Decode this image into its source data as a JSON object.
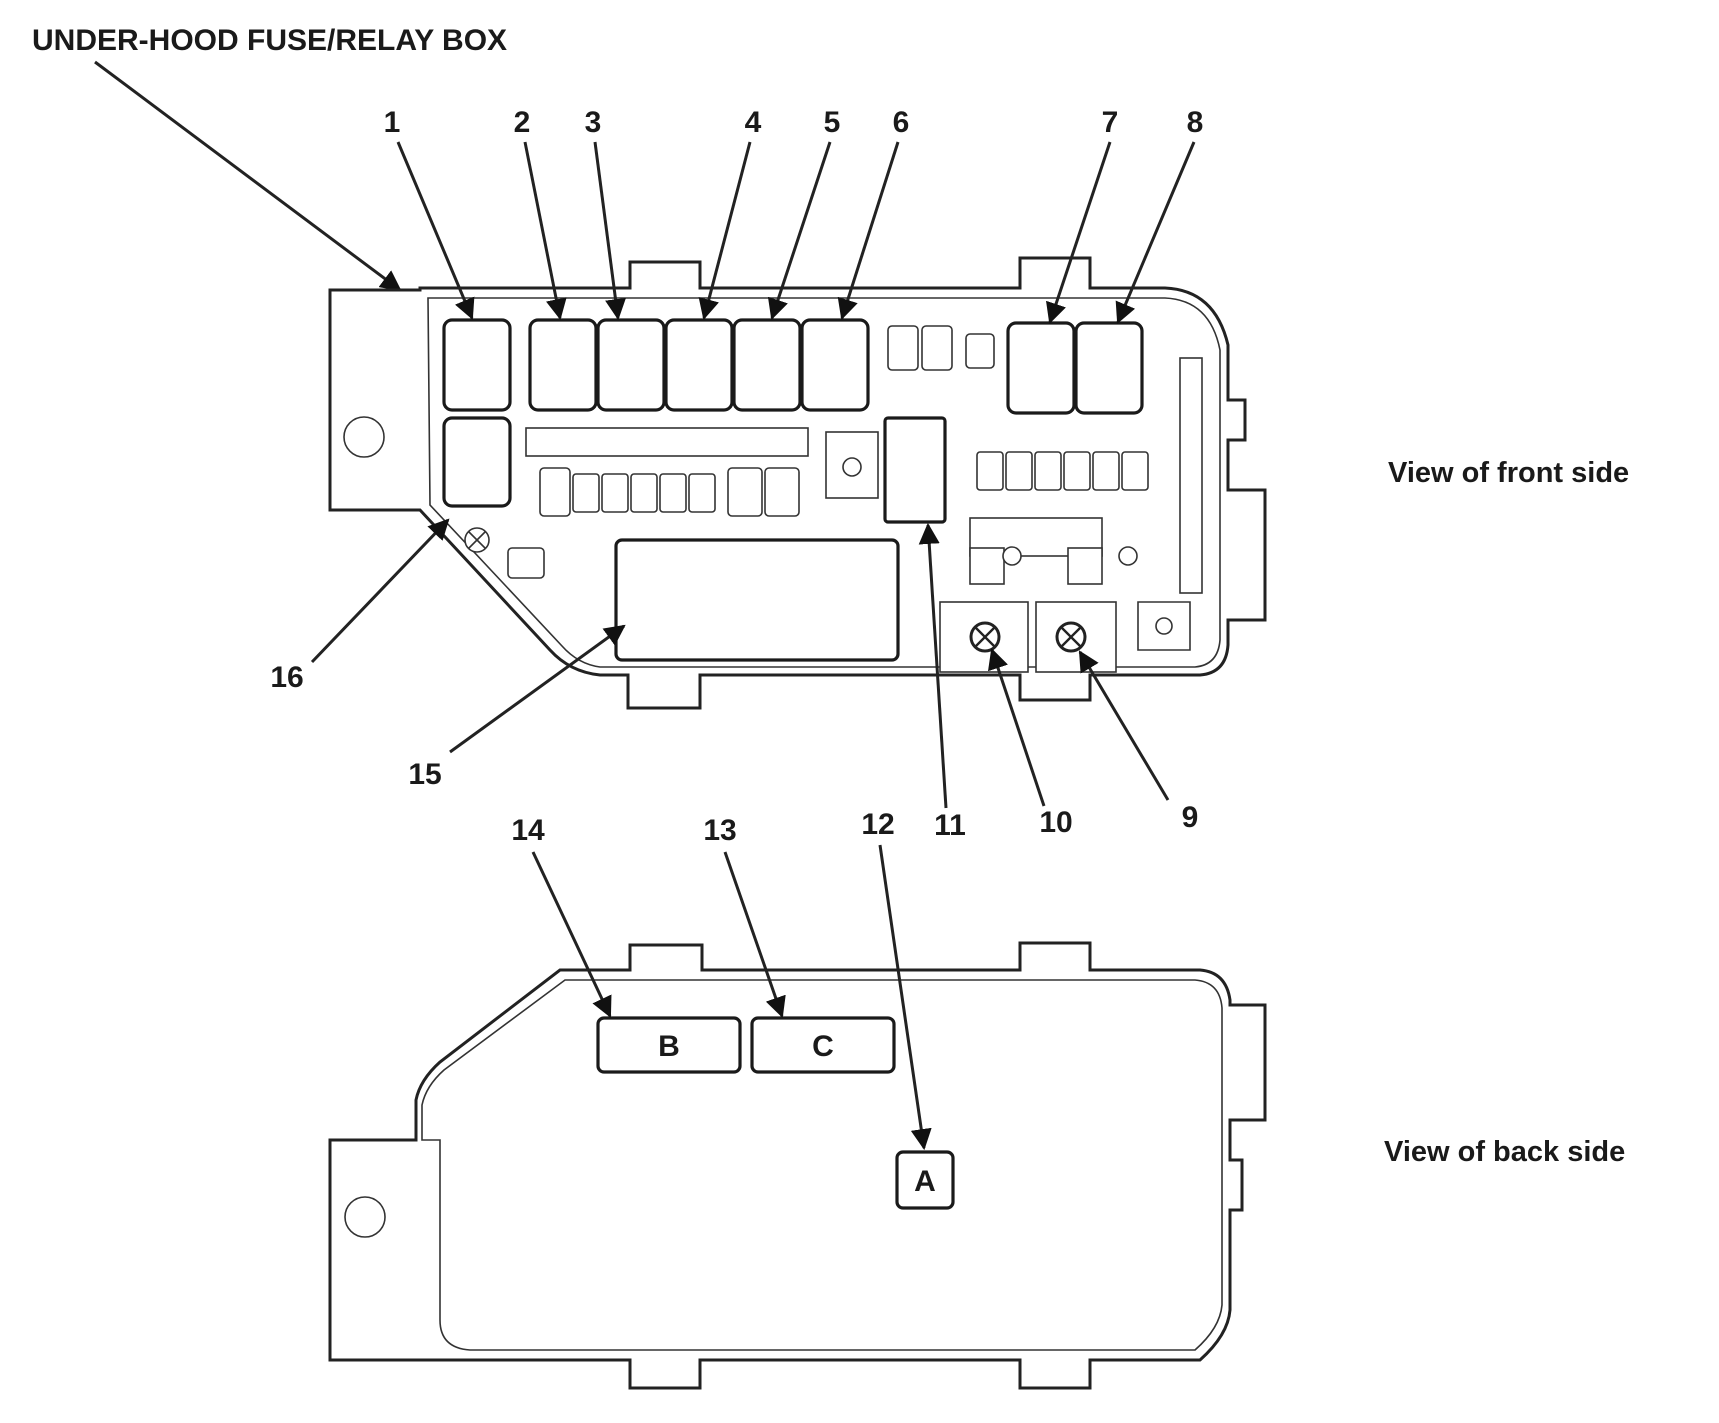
{
  "title": "UNDER-HOOD FUSE/RELAY BOX",
  "views": {
    "front_label": "View of front side",
    "back_label": "View of back side"
  },
  "callouts": [
    "1",
    "2",
    "3",
    "4",
    "5",
    "6",
    "7",
    "8",
    "9",
    "10",
    "11",
    "12",
    "13",
    "14",
    "15",
    "16"
  ],
  "connectors": {
    "a": "A",
    "b": "B",
    "c": "C"
  },
  "colors": {
    "ink": "#1a1a1a",
    "background": "#ffffff"
  }
}
